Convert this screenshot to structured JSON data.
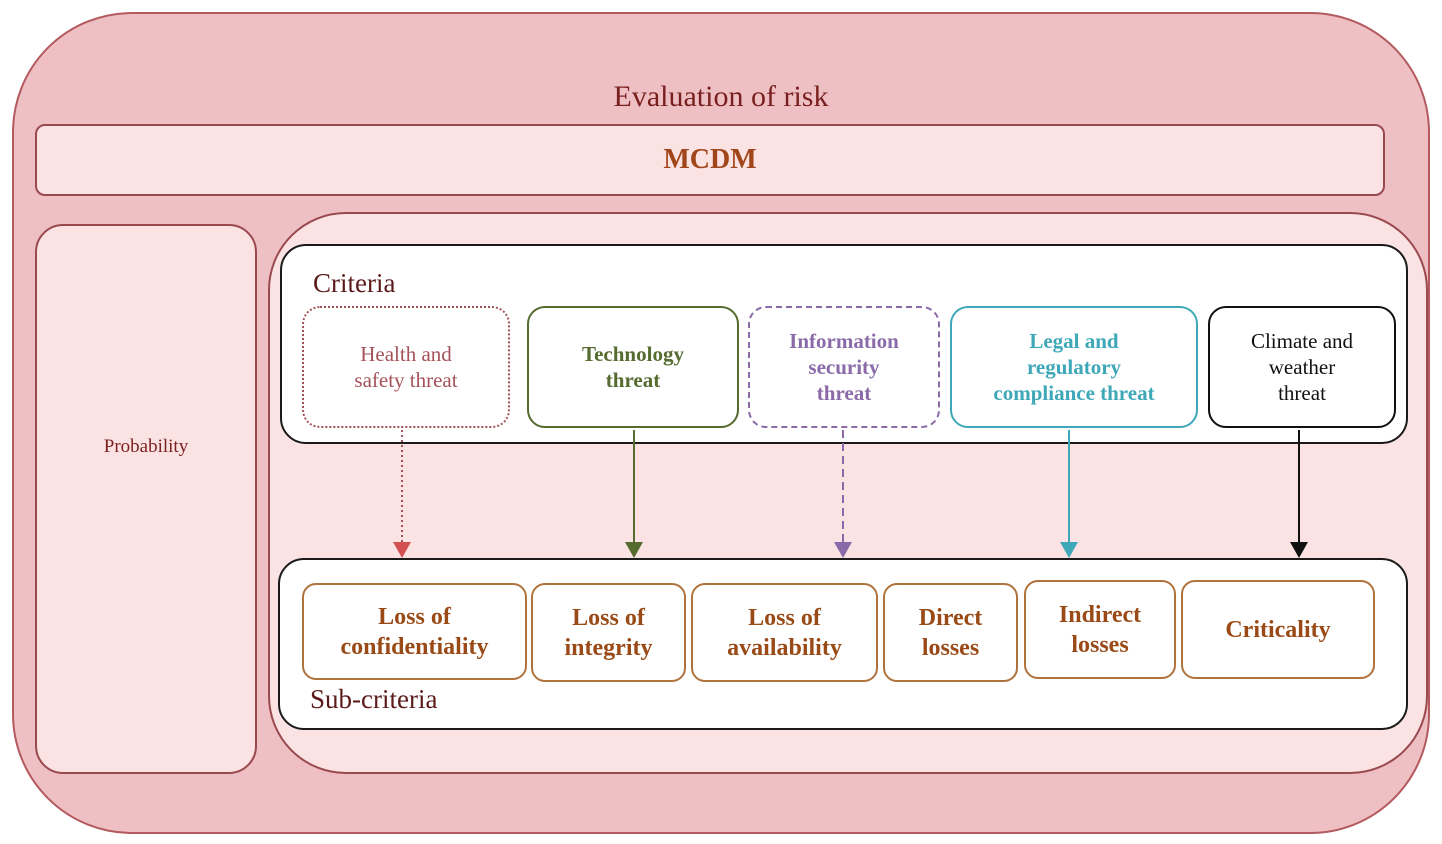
{
  "title": "Evaluation of risk",
  "mcdm": "MCDM",
  "probability": "Probability",
  "criteria_label": "Criteria",
  "subcriteria_label": "Sub-criteria",
  "criteria": [
    {
      "label": "Health and safety threat",
      "lines": [
        "Health and",
        "safety  threat"
      ],
      "color": "#a5525a",
      "style": "dotted"
    },
    {
      "label": "Technology threat",
      "lines": [
        "Technology",
        "threat"
      ],
      "color": "#556b2f",
      "style": "solid"
    },
    {
      "label": "Information security threat",
      "lines": [
        "Information",
        "security",
        "threat"
      ],
      "color": "#8a6aa8",
      "style": "dashed"
    },
    {
      "label": "Legal and regulatory compliance threat",
      "lines": [
        "Legal and",
        "regulatory",
        "compliance threat"
      ],
      "color": "#3ea8b8",
      "style": "solid"
    },
    {
      "label": "Climate and weather threat",
      "lines": [
        "Climate and",
        "weather",
        "threat"
      ],
      "color": "#111111",
      "style": "solid"
    }
  ],
  "subcriteria": [
    {
      "lines": [
        "Loss of",
        "confidentiality"
      ]
    },
    {
      "lines": [
        "Loss of",
        "integrity"
      ]
    },
    {
      "lines": [
        "Loss of",
        "availability"
      ]
    },
    {
      "lines": [
        "Direct",
        "losses"
      ]
    },
    {
      "lines": [
        "Indirect",
        "losses"
      ]
    },
    {
      "lines": [
        "Criticality"
      ]
    }
  ],
  "colors": {
    "outer_fill": "#efc0c3",
    "inner_fill": "#fbe2e3",
    "subcriteria_text": "#9a4a16",
    "subcriteria_border": "#b0733d",
    "arrow_health": "#d45050"
  }
}
